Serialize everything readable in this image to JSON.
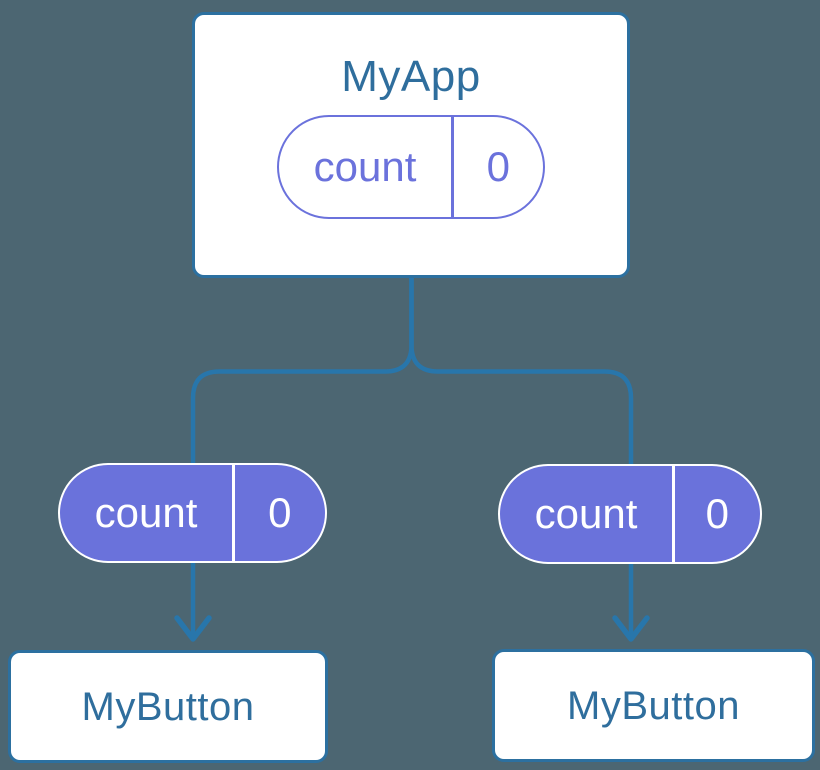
{
  "canvas": {
    "background": "#4C6672"
  },
  "colors": {
    "connector_blue": "#2876AB",
    "box_border_blue": "#2C70A0",
    "label_text_blue": "#2F6E9D",
    "state_purple": "#6A72DB",
    "pill_text_on_purple": "#FFFFFF"
  },
  "root_component": {
    "title": "MyApp",
    "state_pill": {
      "name": "count",
      "value": "0"
    }
  },
  "left_branch": {
    "prop_pill": {
      "name": "count",
      "value": "0"
    },
    "component": {
      "title": "MyButton"
    }
  },
  "right_branch": {
    "prop_pill": {
      "name": "count",
      "value": "0"
    },
    "component": {
      "title": "MyButton"
    }
  }
}
